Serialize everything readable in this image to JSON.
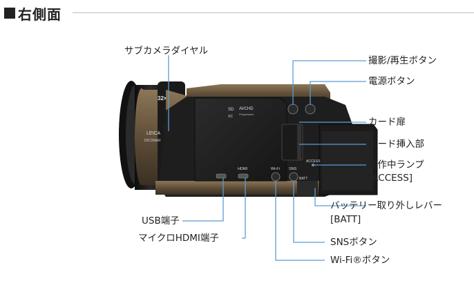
{
  "header": {
    "title": "右側面"
  },
  "labels": {
    "dial": "サブカメラダイヤル",
    "shoot_playback": "撮影/再生ボタン",
    "power": "電源ボタン",
    "card_door": "カード扉",
    "card_slot": "カード挿入部",
    "access_lamp_1": "動作中ランプ",
    "access_lamp_2": "[ACCESS]",
    "battery_lever_1": "バッテリー取り外しレバー",
    "battery_lever_2": "[BATT]",
    "usb": "USB端子",
    "hdmi": "マイクロHDMI端子",
    "sns": "SNSボタン",
    "wifi": "Wi-Fi®ボタン"
  },
  "camera_markings": {
    "leica": "LEICA",
    "dicomar": "DICOMAR",
    "zoom": "32×",
    "sd": "SD",
    "xc": "XC",
    "avchd": "AVCHD",
    "progressive": "Progressive",
    "hdmi": "HDMI",
    "wifi": "Wi-Fi",
    "sns": "SNS",
    "batt": "BATT",
    "access": "ACCESS"
  },
  "colors": {
    "callout_line": "#5b9bd5",
    "body_dark": "#1e1e1e",
    "body_bronze": "#6b5a43"
  }
}
